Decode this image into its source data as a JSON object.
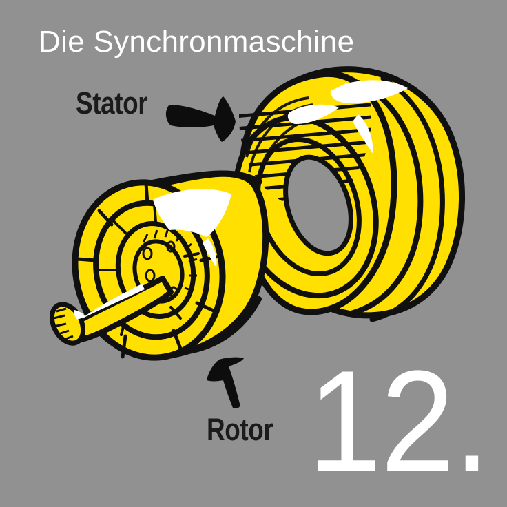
{
  "slide": {
    "background_color": "#919191",
    "title": "Die Synchronmaschine",
    "number": "12."
  },
  "labels": {
    "stator": "Stator",
    "rotor": "Rotor"
  },
  "illustration": {
    "name": "synchronous-machine-drawing",
    "style": "hand-drawn-sketch",
    "colors": {
      "body": "#FFE000",
      "outline": "#101010",
      "highlight": "#FFFFFF",
      "bore": "#919191"
    },
    "parts": [
      "stator-drum",
      "stator-bore-windings",
      "rotor-drum",
      "rotor-end-rings",
      "rotor-shaft",
      "shaft-spline-end"
    ]
  },
  "arrows": [
    {
      "name": "stator-arrow",
      "points_to": "stator",
      "direction": "down-right"
    },
    {
      "name": "rotor-arrow",
      "points_to": "rotor",
      "direction": "up-left"
    }
  ]
}
